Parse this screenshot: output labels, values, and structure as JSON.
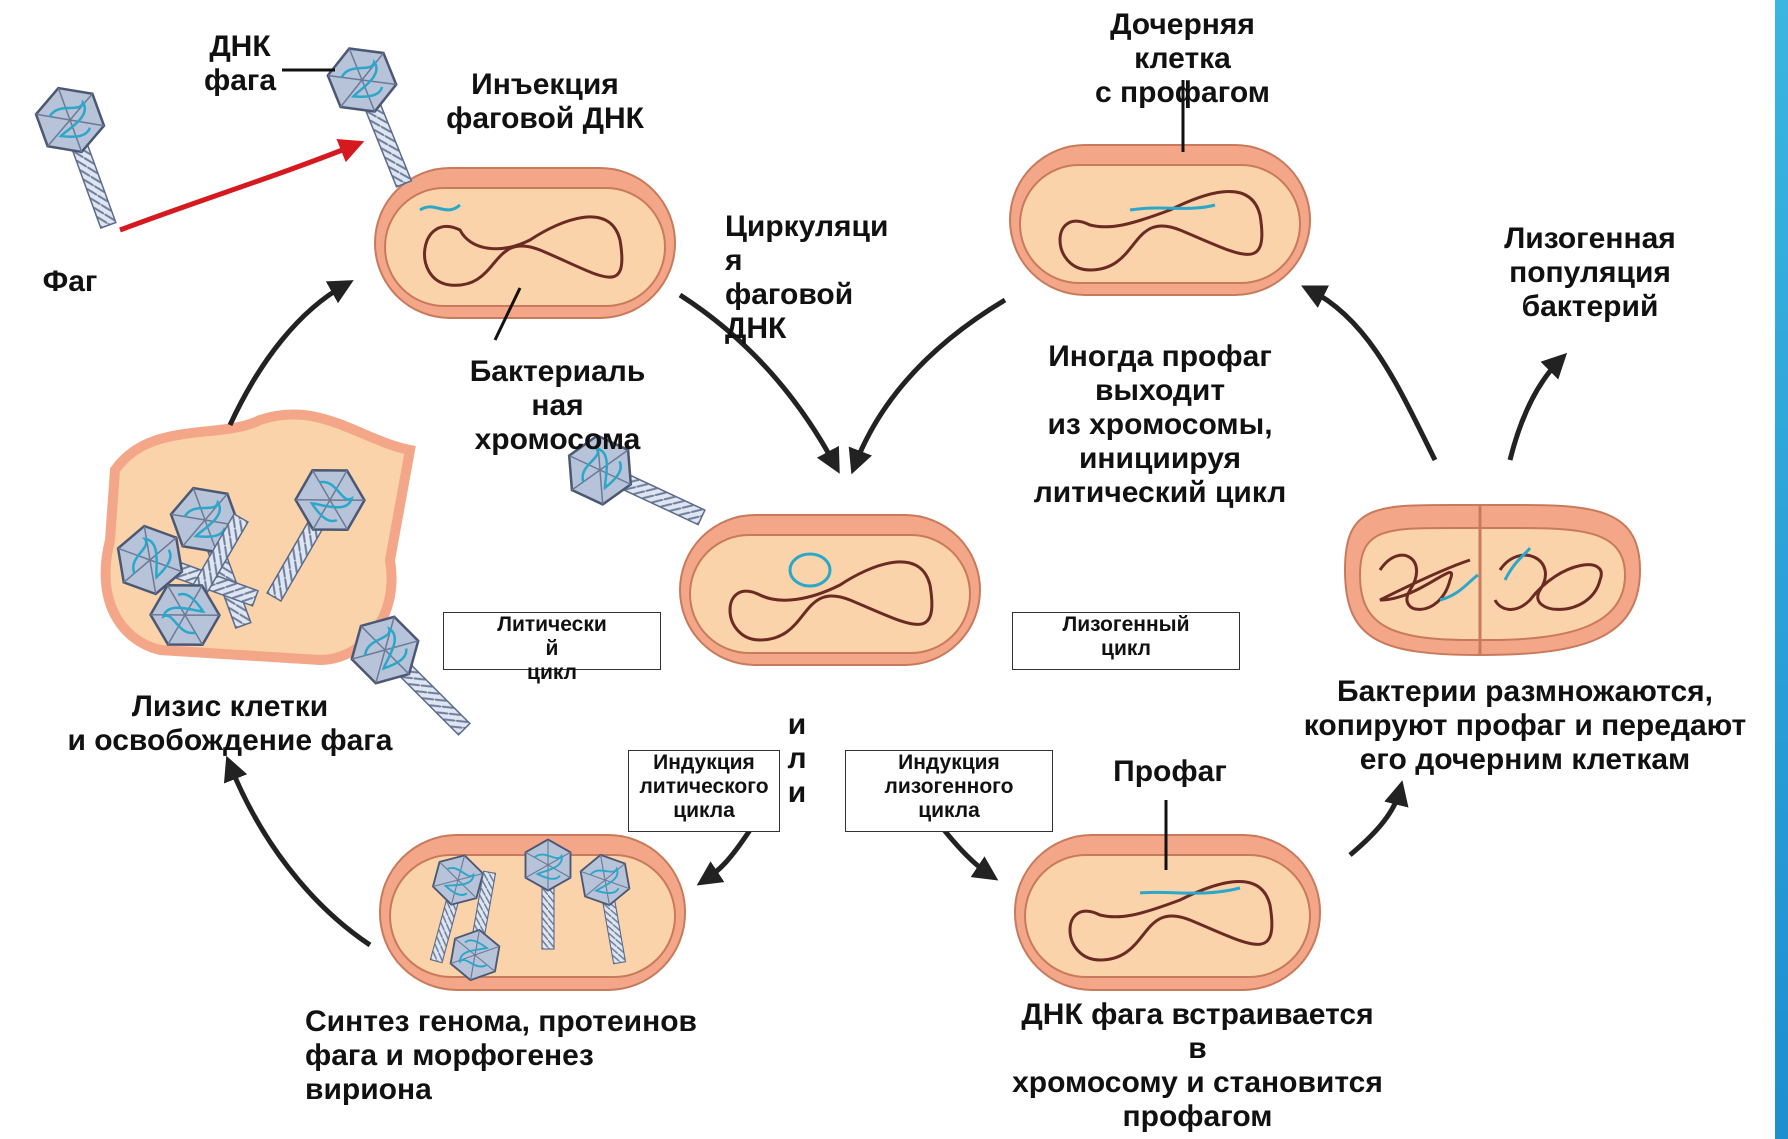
{
  "labels": {
    "dna_phage": "ДНК\nфага",
    "phage": "Фаг",
    "injection": "Инъекция\nфаговой ДНК",
    "circulation": "Циркуляци\nя\n фаговой\nДНК",
    "bacterial_chromosome": "Бактериаль\nная\nхромосома",
    "lysis": "Лизис клетки\nи освобождение фага",
    "synthesis": "Синтез генома, протеинов\nфага и морфогенез\nвириона",
    "daughter_cell": "Дочерняя\nклетка\nс профагом",
    "lysogenic_population": "Лизогенная\nпопуляция\nбактерий",
    "sometimes_prophage": "Иногда профаг\nвыходит\nиз хромосомы,\nинициируя\nлитический цикл",
    "bacteria_multiply": "Бактерии размножаются,\nкопируют профаг и передают\nего дочерним клеткам",
    "prophage": "Профаг",
    "dna_integrates": "ДНК фага встраивается\nв\nхромосому и становится\nпрофагом",
    "or": "и\nл\nи"
  },
  "boxes": {
    "lytic_cycle": "Литически\nй\nцикл",
    "lysogenic_cycle": "Лизогенный\nцикл",
    "induce_lytic": "Индукция\nлитического\nцикла",
    "induce_lysogenic": "Индукция\nлизогенного\nцикла"
  },
  "colors": {
    "cell_outer": "#f3a788",
    "cell_inner": "#fbd3aa",
    "chromosome": "#6b2a22",
    "phage_dna": "#2aa7c9",
    "phage_capsid": "#a9b8cf",
    "arrow": "#222222",
    "arrow_red": "#d6191e"
  }
}
